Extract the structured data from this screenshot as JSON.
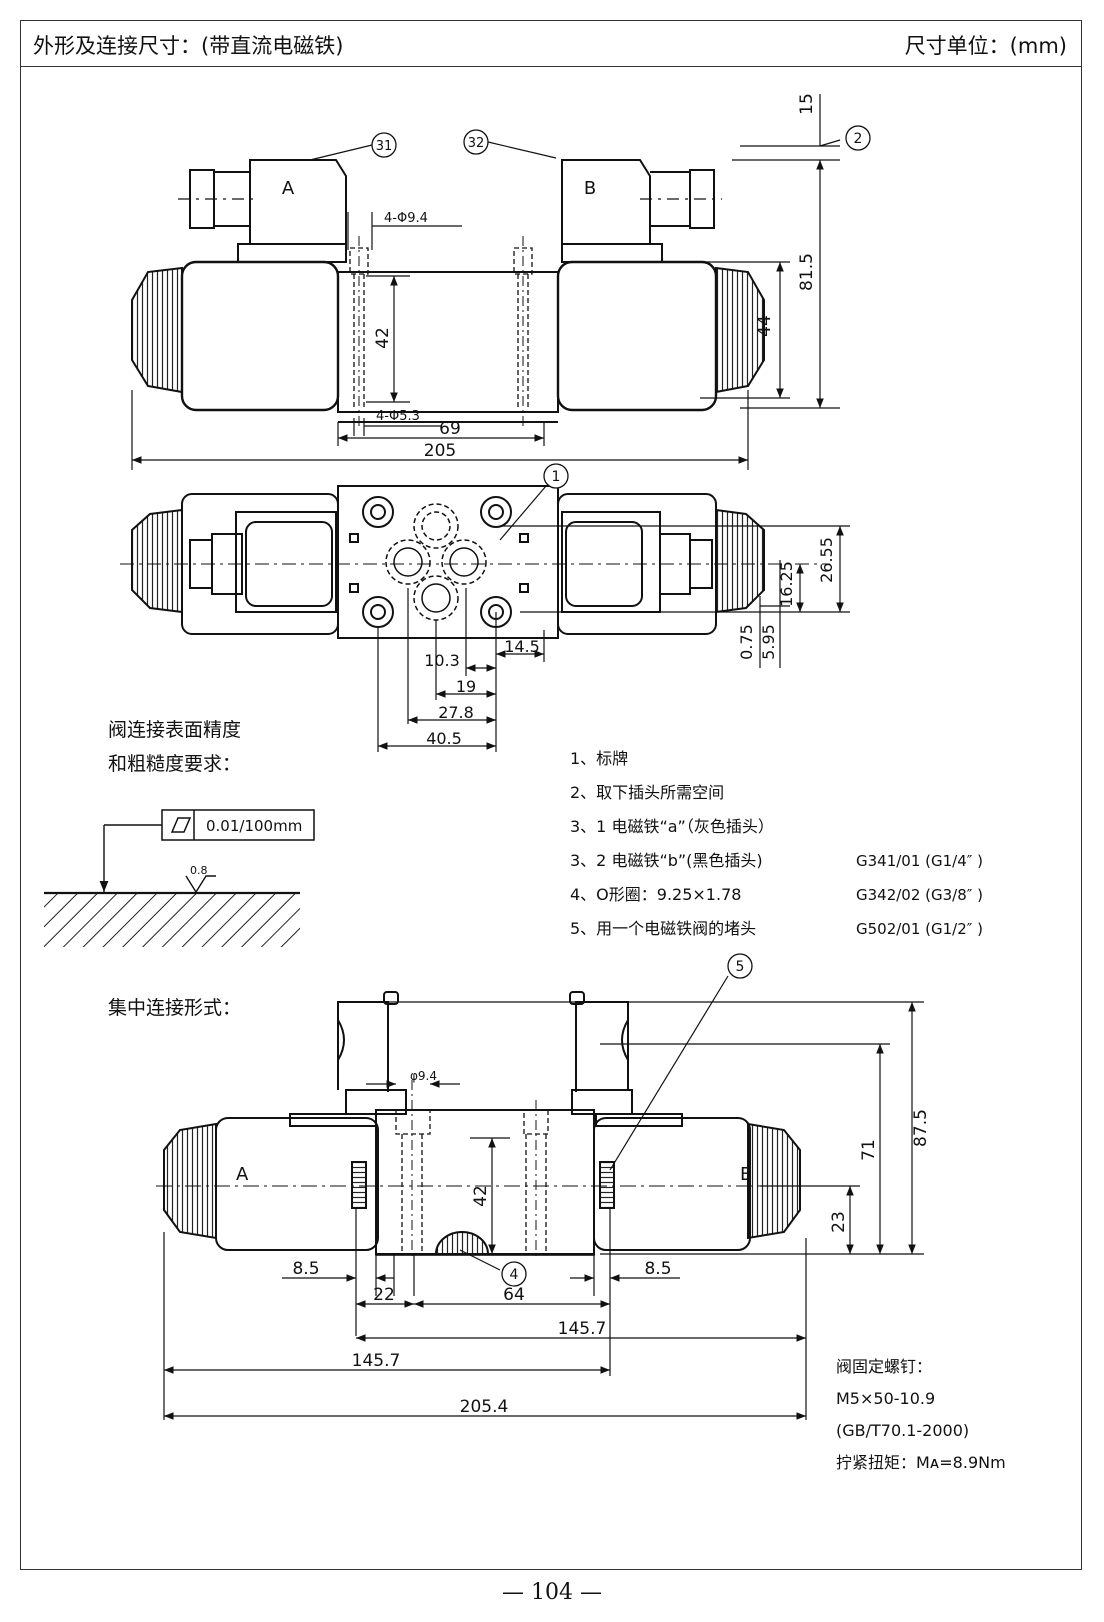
{
  "header": {
    "title": "外形及连接尺寸：(带直流电磁铁)",
    "unit": "尺寸单位：(mm)"
  },
  "callouts": {
    "c31": "31",
    "c32": "32",
    "c2": "2",
    "c1": "1",
    "c5": "5",
    "c4": "4"
  },
  "top_view": {
    "coil_a": "A",
    "coil_b": "B",
    "d_15": "15",
    "d_81_5": "81.5",
    "d_44": "44",
    "d_42": "42",
    "d_4phi9_4": "4-Φ9.4",
    "d_4phi5_3": "4-Φ5.3",
    "d_69": "69",
    "d_205": "205"
  },
  "plan_view": {
    "d_26_55": "26.55",
    "d_16_25": "16.25",
    "d_0_75": "0.75",
    "d_5_95": "5.95",
    "d_14_5": "14.5",
    "d_10_3": "10.3",
    "d_19": "19",
    "d_27_8": "27.8",
    "d_40_5": "40.5"
  },
  "surface": {
    "heading_1": "阀连接表面精度",
    "heading_2": "和粗糙度要求：",
    "flatness": "0.01/100mm",
    "roughness": "0.8"
  },
  "notes": {
    "n1": "1、标牌",
    "n2": "2、取下插头所需空间",
    "n3_1": "3、1 电磁铁“a”（灰色插头）",
    "n3_2": "3、2 电磁铁“b”(黑色插头)",
    "n3_2_part": "G341/01 (G1/4″ )",
    "n4": "4、O形圈：9.25×1.78",
    "n4_part": "G342/02 (G3/8″ )",
    "n5": "5、用一个电磁铁阀的堵头",
    "n5_part": "G502/01 (G1/2″ )"
  },
  "manifold": {
    "heading": "集中连接形式：",
    "label_a": "A",
    "label_b": "B",
    "d_phi9_4": "φ9.4",
    "d_42": "42",
    "d_87_5": "87.5",
    "d_71": "71",
    "d_23": "23",
    "d_8_5_left": "8.5",
    "d_8_5_right": "8.5",
    "d_22": "22",
    "d_64": "64",
    "d_145_7_upper": "145.7",
    "d_145_7_lower": "145.7",
    "d_205_4": "205.4"
  },
  "screw": {
    "l1": "阀固定螺钉：",
    "l2": "M5×50-10.9",
    "l3": "(GB/T70.1-2000)",
    "l4": "拧紧扭矩：Mᴀ=8.9Nm"
  },
  "footer": {
    "page": "— 104 —"
  }
}
